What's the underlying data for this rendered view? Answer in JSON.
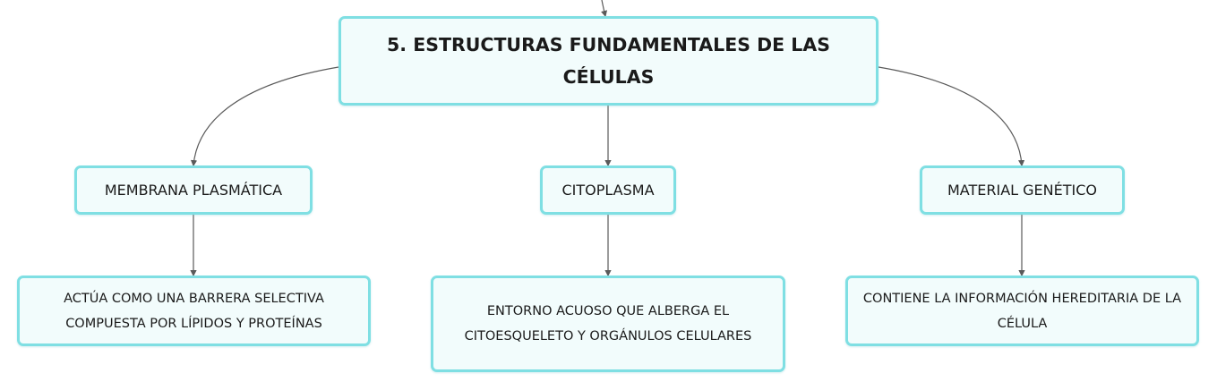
{
  "diagram": {
    "root": {
      "text": "5. ESTRUCTURAS FUNDAMENTALES DE LAS CÉLULAS"
    },
    "branches": [
      {
        "label": "MEMBRANA PLASMÁTICA",
        "detail": "ACTÚA COMO UNA BARRERA SELECTIVA COMPUESTA POR LÍPIDOS Y PROTEÍNAS"
      },
      {
        "label": "CITOPLASMA",
        "detail": "ENTORNO ACUOSO QUE ALBERGA EL CITOESQUELETO Y ORGÁNULOS CELULARES"
      },
      {
        "label": "MATERIAL GENÉTICO",
        "detail": "CONTIENE LA INFORMACIÓN HEREDITARIA DE LA CÉLULA"
      }
    ],
    "colors": {
      "node_border": "#7fdfe3",
      "node_fill": "#f2fcfc",
      "connector": "#5a5a5a"
    }
  }
}
